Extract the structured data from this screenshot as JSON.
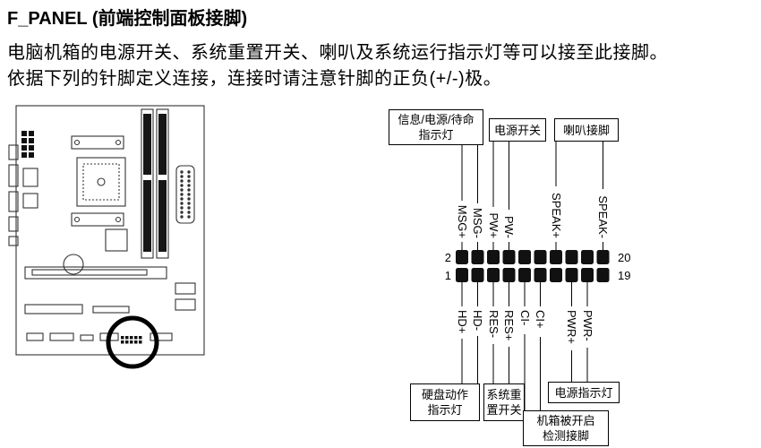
{
  "page": {
    "title": "F_PANEL (前端控制面板接脚)",
    "body_line1": "电脑机箱的电源开关、系统重置开关、喇叭及系统运行指示灯等可以接至此接脚。",
    "body_line2": "依据下列的针脚定义连接，连接时请注意针脚的正负(+/-)极。"
  },
  "pinout": {
    "top_boxes": [
      {
        "label": "信息/电源/待命\n指示灯"
      },
      {
        "label": "电源开关"
      },
      {
        "label": "喇叭接脚"
      }
    ],
    "top_pins": [
      {
        "name": "MSG+"
      },
      {
        "name": "MSG-"
      },
      {
        "name": "PW+"
      },
      {
        "name": "PW-"
      },
      {
        "name": "SPEAK+"
      },
      {
        "name": "SPEAK-"
      }
    ],
    "bottom_pins": [
      {
        "name": "HD+"
      },
      {
        "name": "HD-"
      },
      {
        "name": "RES-"
      },
      {
        "name": "RES+"
      },
      {
        "name": "CI-"
      },
      {
        "name": "CI+"
      },
      {
        "name": "PWR+"
      },
      {
        "name": "PWR-"
      }
    ],
    "bottom_boxes": [
      {
        "label": "硬盘动作\n指示灯"
      },
      {
        "label": "系统重\n置开关"
      },
      {
        "label": "机箱被开启\n检测接脚"
      },
      {
        "label": "电源指示灯"
      }
    ],
    "corner_numbers": {
      "top_left": "2",
      "bottom_left": "1",
      "top_right": "20",
      "bottom_right": "19"
    }
  }
}
